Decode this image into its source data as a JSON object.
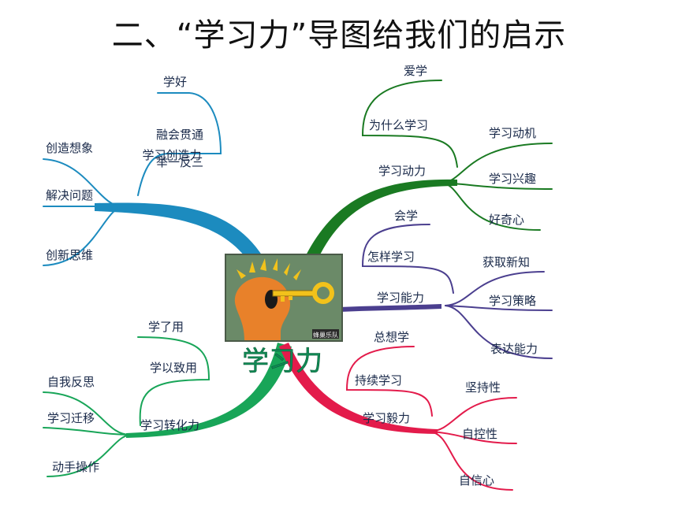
{
  "title": "二、“学习力”导图给我们的启示",
  "center": {
    "label": "学习力",
    "image_caption": "蜂巢乐队"
  },
  "colors": {
    "creativity": "#1c8bbf",
    "motivation": "#1a7a22",
    "ability": "#4b3f8f",
    "transform": "#18a558",
    "perseverance": "#e31b4b"
  },
  "branches": {
    "creativity": {
      "label": "学习创造力",
      "items": [
        "学好",
        "融会贯通",
        "举一反三",
        "创造想象",
        "解决问题",
        "创新思维"
      ]
    },
    "motivation": {
      "label": "学习动力",
      "items": [
        "爱学",
        "为什么学习",
        "学习动机",
        "学习兴趣",
        "好奇心"
      ]
    },
    "ability": {
      "label": "学习能力",
      "items": [
        "会学",
        "怎样学习",
        "获取新知",
        "学习策略",
        "表达能力"
      ]
    },
    "transform": {
      "label": "学习转化力",
      "items": [
        "学了用",
        "学以致用",
        "自我反思",
        "学习迁移",
        "动手操作"
      ]
    },
    "perseverance": {
      "label": "学习毅力",
      "items": [
        "总想学",
        "持续学习",
        "坚持性",
        "自控性",
        "自信心"
      ]
    }
  }
}
